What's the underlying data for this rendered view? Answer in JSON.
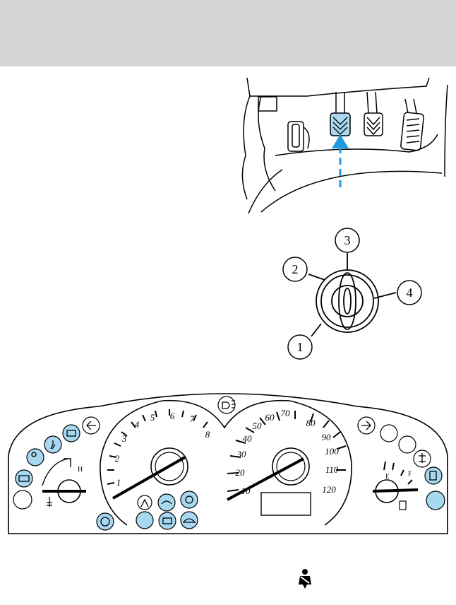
{
  "ignition": {
    "positions": [
      "1",
      "2",
      "3",
      "4"
    ]
  },
  "cluster": {
    "tach_numbers": [
      "1",
      "2",
      "3",
      "4",
      "5",
      "6",
      "7",
      "8"
    ],
    "speed_numbers": [
      "10",
      "20",
      "30",
      "40",
      "50",
      "60",
      "70",
      "80",
      "90",
      "100",
      "110",
      "120"
    ],
    "gauge_temp_hot": "H",
    "gauge_fuel_full": "F",
    "gauge_fuel_empty": "E"
  },
  "colors": {
    "indicator": "#a8d8f0",
    "arrow": "#1e9be0",
    "header_band": "#d4d4d4"
  },
  "icons": {
    "pedal_scene": "brake-pedal-arrow-icon",
    "ignition_switch": "ignition-switch-icon",
    "seatbelt": "seatbelt-icon"
  }
}
